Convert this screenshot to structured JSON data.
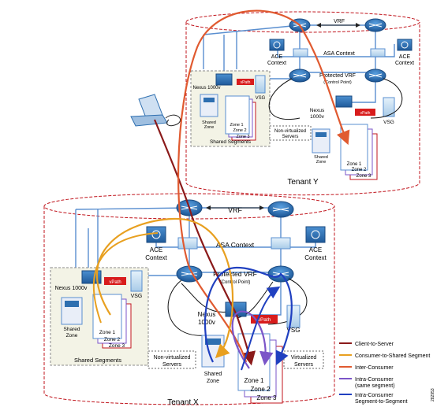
{
  "tenant_y": {
    "name": "Tenant Y",
    "vrf": "VRF",
    "ace_context_left": [
      "ACE",
      "Context"
    ],
    "ace_context_right": [
      "ACE",
      "Context"
    ],
    "asa_context": "ASA Context",
    "protected_vrf": "Protected VRF",
    "control_point": "(Control Point)",
    "nexus": [
      "Nexus",
      "1000v"
    ],
    "nexus_left": "Nexus 1000v",
    "vpath": "vPath",
    "vpath_left": "vPath",
    "vsg": "VSG",
    "vsg_left": "VSG",
    "shared_zone": [
      "Shared",
      "Zone"
    ],
    "shared_zone_left": [
      "Shared",
      "Zone"
    ],
    "zones": [
      "Zone 1",
      "Zone 2",
      "Zone 3"
    ],
    "zones_left": [
      "Zone 1",
      "Zone 2",
      "Zone 3"
    ],
    "shared_segments": "Shared Segments",
    "non_virtualized": [
      "Non-virtualized",
      "Servers"
    ]
  },
  "tenant_x": {
    "name": "Tenant X",
    "vrf": "VRF",
    "ace_context_left": [
      "ACE",
      "Context"
    ],
    "ace_context_right": [
      "ACE",
      "Context"
    ],
    "asa_context": "ASA Context",
    "protected_vrf": "Protected VRF",
    "control_point": "(Control Point)",
    "nexus_left": "Nexus 1000v",
    "nexus_center": [
      "Nexus",
      "1000v"
    ],
    "vpath_left": "vPath",
    "vpath_center": "vPath",
    "vsg_left": "VSG",
    "vsg_center": "VSG",
    "shared_zone_left": [
      "Shared",
      "Zone"
    ],
    "shared_zone_center": [
      "Shared",
      "Zone"
    ],
    "zones_left": [
      "Zone 1",
      "Zone 2",
      "Zone 3"
    ],
    "zones_center": [
      "Zone 1",
      "Zone 2",
      "Zone 3"
    ],
    "shared_segments": "Shared Segments",
    "non_virtualized": [
      "Non-virtualized",
      "Servers"
    ],
    "virtualized": [
      "Virtualized",
      "Servers"
    ]
  },
  "legend": [
    {
      "label": "Client-to-Server",
      "color": "#8b1a1a"
    },
    {
      "label": "Consumer-to-Shared Segment",
      "color": "#e8a020"
    },
    {
      "label": "Inter-Consumer",
      "color": "#e05a30"
    },
    {
      "label": "Intra-Consumer (same segment)",
      "lines": [
        "Intra-Consumer",
        "(same segment)"
      ],
      "color": "#7b55c8"
    },
    {
      "label": "Intra-Consumer Segment-to-Segment",
      "lines": [
        "Intra-Consumer",
        "Segment-to-Segment"
      ],
      "color": "#2040c0"
    }
  ],
  "figure_id": "282953",
  "colors": {
    "tenant_border": "#c0141c",
    "link_blue": "#5a8fd0",
    "device_blue": "#2e6fb0",
    "vpath_red": "#d81c1c",
    "shared_box": "#f3f3e6"
  }
}
